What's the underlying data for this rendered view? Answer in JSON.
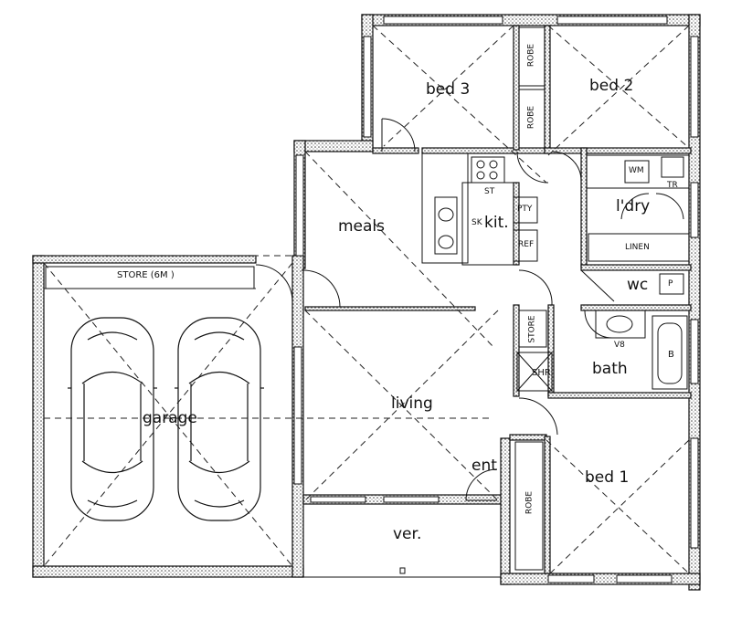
{
  "rooms": {
    "bed3": "bed 3",
    "bed2": "bed 2",
    "bed1": "bed 1",
    "meals": "meals",
    "kitchen": "kit.",
    "laundry": "l'dry",
    "wc": "wc",
    "bath": "bath",
    "living": "living",
    "garage": "garage",
    "entry": "ent",
    "verandah": "ver."
  },
  "fixtures": {
    "robe": "ROBE",
    "store_garage": "STORE (6M )",
    "store": "STORE",
    "linen": "LINEN",
    "pantry": "PTY",
    "fridge": "REF",
    "stove": "ST",
    "sink": "SK",
    "washing_machine": "WM",
    "trough": "TR",
    "shower": "SHR.",
    "vanity": "V8",
    "bathtub": "B",
    "toilet": "P"
  },
  "colors": {
    "line": "#111111",
    "hatch": "#555555"
  }
}
